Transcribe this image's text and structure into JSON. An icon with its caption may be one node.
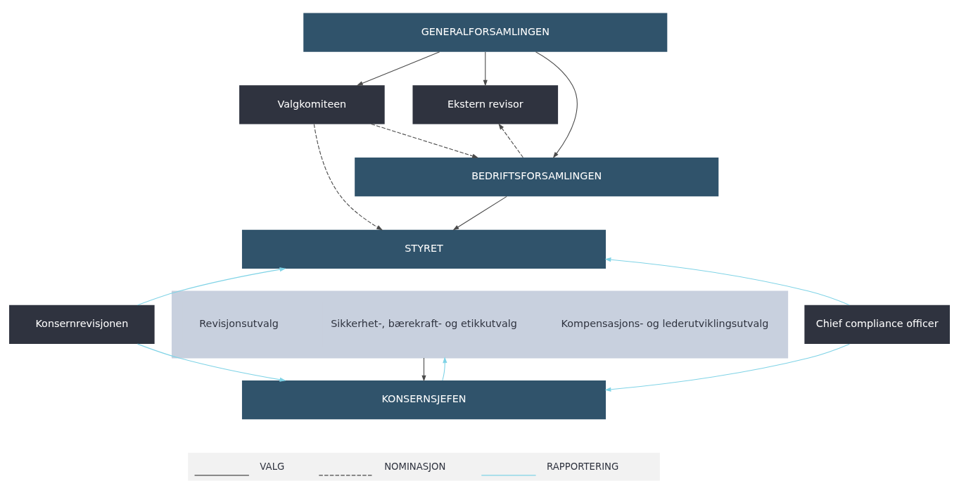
{
  "diagram": {
    "nodes": [
      {
        "text": [
          "GENERALFORSAMLINGEN"
        ]
      },
      {
        "text": [
          "Valgkomiteen"
        ]
      },
      {
        "text": [
          "Ekstern revisor"
        ]
      },
      {
        "text": [
          "BEDRIFTSFORSAMLINGEN"
        ]
      },
      {
        "text": [
          "STYRET"
        ]
      },
      {
        "text": [],
        "shape": "box"
      },
      {
        "text": [
          "Revisjonsutvalg"
        ],
        "in": 5
      },
      {
        "text": [
          "Sikkerhet-, bærekraft- og etikkutvalg"
        ],
        "in": 5
      },
      {
        "text": [
          "Kompensasjons- og lederutviklingsutvalg"
        ],
        "in": 5
      },
      {
        "text": [
          "Konsernrevisjonen"
        ]
      },
      {
        "text": [
          "Chief compliance officer"
        ]
      },
      {
        "text": [
          "KONSERNSJEFEN"
        ]
      }
    ],
    "edges": [
      {
        "from": 0,
        "to": 1,
        "arrow": "to"
      },
      {
        "from": 0,
        "to": 2,
        "arrow": "to"
      },
      {
        "from": 0,
        "to": 3,
        "arrow": "to"
      },
      {
        "from": 1,
        "to": 3,
        "arrow": "to",
        "style": "dashed"
      },
      {
        "from": 3,
        "to": 2,
        "arrow": "to",
        "style": "dashed"
      },
      {
        "from": 1,
        "to": 4,
        "arrow": "to",
        "style": "dashed"
      },
      {
        "from": 3,
        "to": 4,
        "arrow": "to"
      },
      {
        "from": 9,
        "to": 4,
        "arrow": "to",
        "color": "#7fd3e6"
      },
      {
        "from": 10,
        "to": 4,
        "arrow": "to",
        "color": "#7fd3e6"
      },
      {
        "from": 5,
        "to": 11,
        "arrow": "to"
      },
      {
        "from": 11,
        "to": 5,
        "arrow": "to",
        "color": "#7fd3e6"
      },
      {
        "from": 9,
        "to": 11,
        "arrow": "to",
        "color": "#7fd3e6"
      },
      {
        "from": 10,
        "to": 11,
        "arrow": "to",
        "color": "#7fd3e6"
      }
    ],
    "legend": [
      {
        "text": "VALG"
      },
      {
        "text": "NOMINASJON"
      },
      {
        "text": "RAPPORTERING"
      }
    ]
  }
}
